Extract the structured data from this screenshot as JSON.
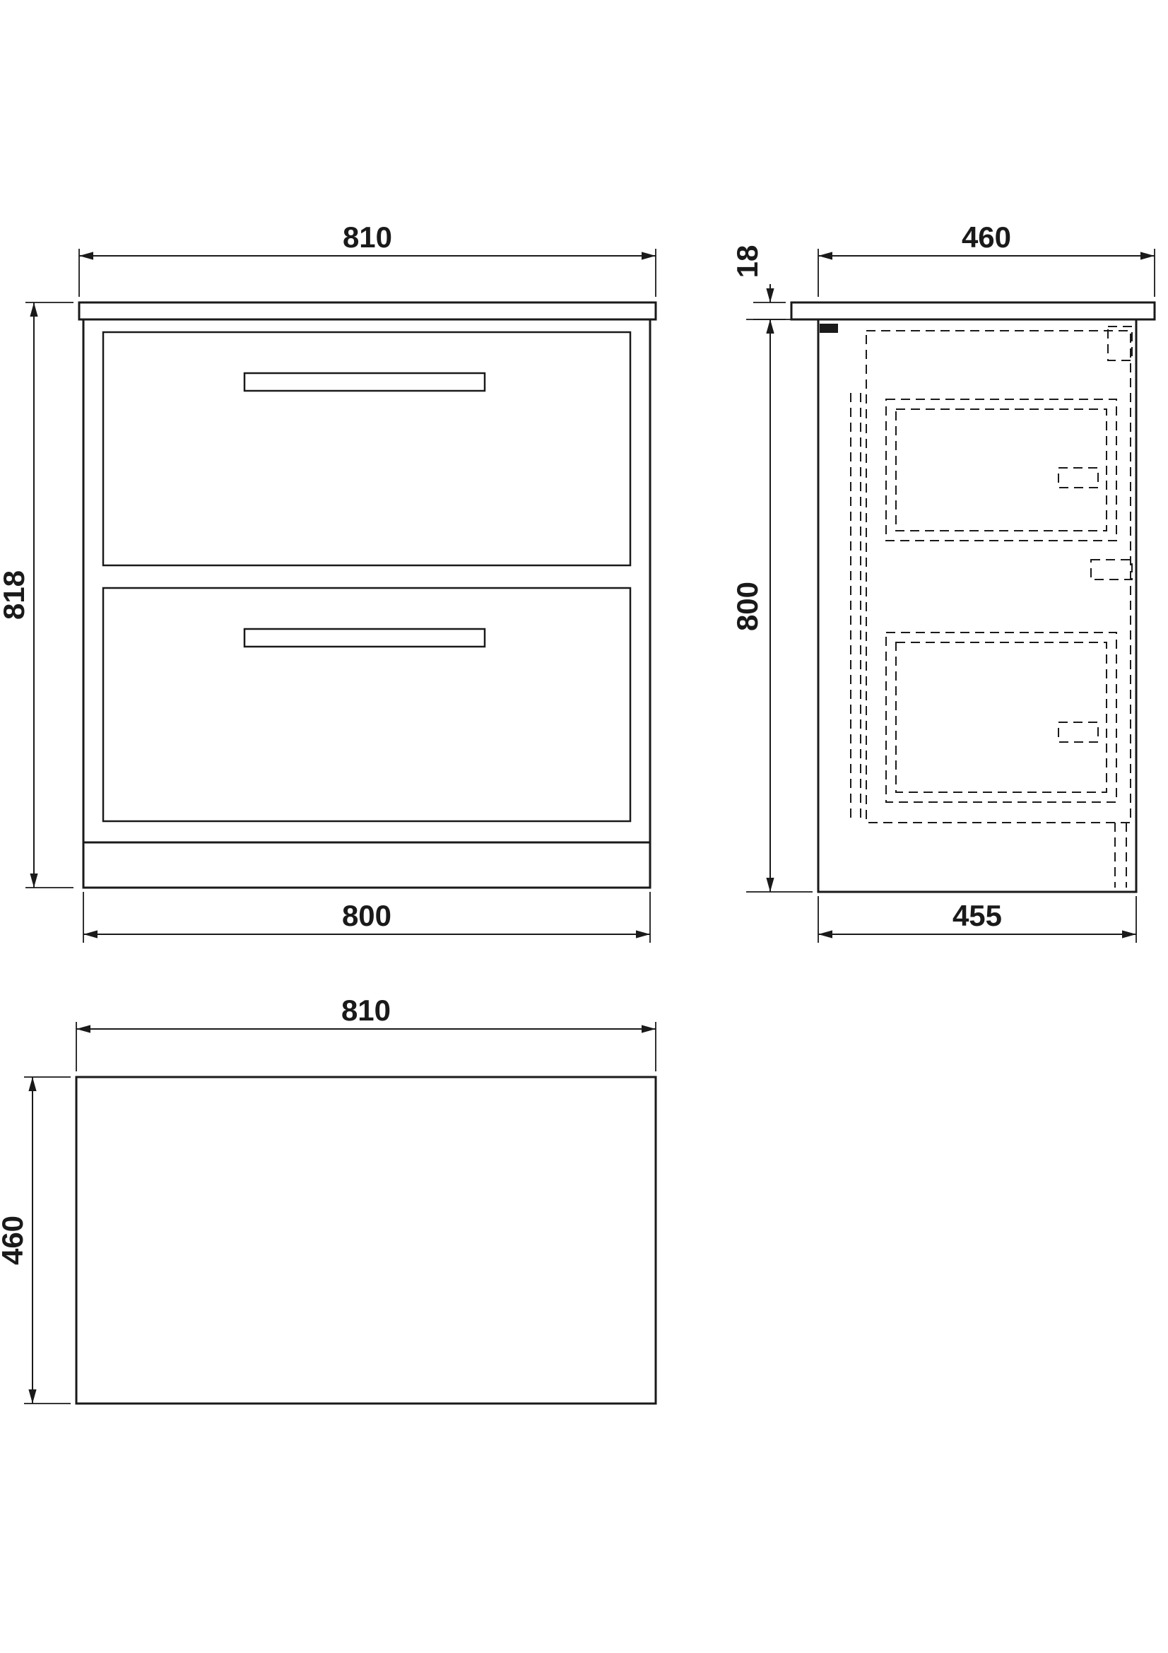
{
  "colors": {
    "line": "#1a1a1a",
    "background": "#ffffff"
  },
  "drawing": {
    "front_view": {
      "width_top": "810",
      "height_left": "818",
      "width_bottom": "800"
    },
    "side_view": {
      "depth_top": "460",
      "counter_thickness": "18",
      "height_left": "800",
      "depth_bottom": "455"
    },
    "plan_view": {
      "width_top": "810",
      "depth_left": "460"
    }
  }
}
